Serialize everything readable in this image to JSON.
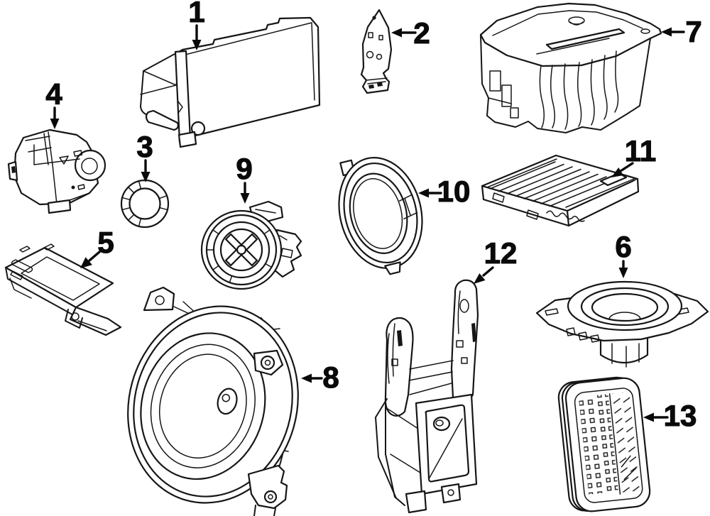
{
  "figure": {
    "type": "parts-diagram",
    "background_color": "#ffffff",
    "line_color": "#161616",
    "callout_color": "#0a0a0a",
    "callouts": [
      {
        "number": "1"
      },
      {
        "number": "2"
      },
      {
        "number": "3"
      },
      {
        "number": "4"
      },
      {
        "number": "5"
      },
      {
        "number": "6"
      },
      {
        "number": "7"
      },
      {
        "number": "8"
      },
      {
        "number": "9"
      },
      {
        "number": "10"
      },
      {
        "number": "11"
      },
      {
        "number": "12"
      },
      {
        "number": "13"
      }
    ]
  }
}
